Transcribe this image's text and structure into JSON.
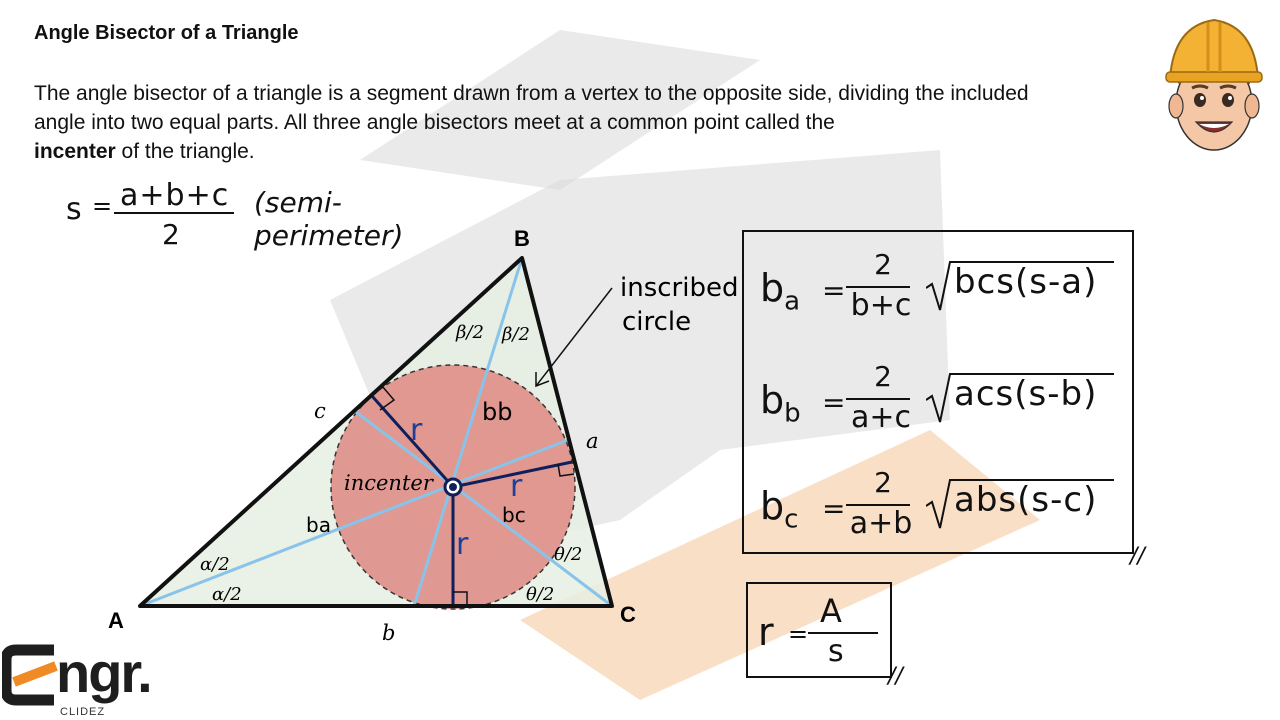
{
  "title": "Angle Bisector of a Triangle",
  "intro": {
    "part1": "The angle bisector of a triangle is a segment drawn from a vertex to the opposite side, dividing the included angle into two equal parts. All three angle bisectors meet at a common point called the",
    "bold": "incenter",
    "part2": " of the triangle."
  },
  "semi_perimeter": {
    "s": "s",
    "equals": "=",
    "numerator": "a+b+c",
    "denominator": "2",
    "label": "(semi-perimeter)"
  },
  "diagram": {
    "vertex_a": "A",
    "vertex_b": "B",
    "vertex_c": "C",
    "side_a": "a",
    "side_b": "b",
    "side_c": "c",
    "alpha_half_1": "α/2",
    "alpha_half_2": "α/2",
    "beta_half_1": "β/2",
    "beta_half_2": "β/2",
    "theta_half_1": "θ/2",
    "theta_half_2": "θ/2",
    "radius_1": "r",
    "radius_2": "r",
    "radius_3": "r",
    "incenter_label": "incenter",
    "bisector_a": "ba",
    "bisector_b": "bb",
    "bisector_c": "bc",
    "circle_label_1": "inscribed",
    "circle_label_2": "circle",
    "colors": {
      "triangle_fill": "#e6eee2",
      "circle_fill": "#e08f89",
      "bisector": "#88c4ea",
      "radius": "#0e1f5c",
      "edges": "#111111"
    }
  },
  "formulas": [
    {
      "lhs": "b",
      "sub": "a",
      "eq": "=",
      "num": "2",
      "den": "b+c",
      "radicand": "bcs(s-a)"
    },
    {
      "lhs": "b",
      "sub": "b",
      "eq": "=",
      "num": "2",
      "den": "a+c",
      "radicand": "acs(s-b)"
    },
    {
      "lhs": "b",
      "sub": "c",
      "eq": "=",
      "num": "2",
      "den": "a+b",
      "radicand": "abs(s-c)"
    }
  ],
  "box_mark_1": "//",
  "radius_formula": {
    "lhs": "r",
    "eq": "=",
    "num": "A",
    "den": "s"
  },
  "box_mark_2": "//",
  "logo": {
    "word": "ngr.",
    "sub": "CLIDEZ"
  }
}
